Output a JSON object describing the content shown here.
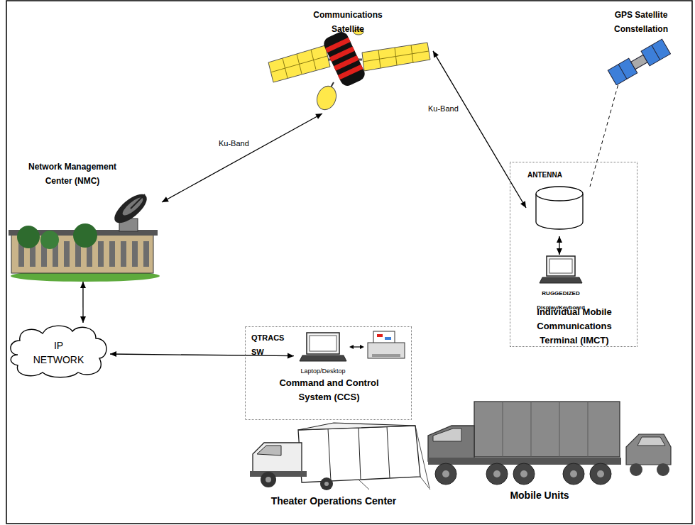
{
  "diagram": {
    "nodes": [
      {
        "text": [
          "Communications Satellite"
        ]
      },
      {
        "text": [
          "GPS Satellite Constellation"
        ]
      },
      {
        "text": [
          "Network Management Center (NMC)"
        ]
      },
      {
        "text": [
          "Individual Mobile Communications Terminal (IMCT)"
        ]
      },
      {
        "text": [
          "ANTENNA"
        ],
        "in": 3
      },
      {
        "text": [
          "RUGGEDIZED Display/Keyboard"
        ],
        "in": 3
      },
      {
        "text": [
          "IP NETWORK"
        ]
      },
      {
        "text": [
          "QTRACS SW",
          "Command and Control System (CCS)"
        ]
      },
      {
        "text": [
          "Laptop/Desktop"
        ],
        "in": 7
      }
    ],
    "edges": [
      {
        "from": 0,
        "to": 2,
        "arrow": "both",
        "label": "Ku-Band"
      },
      {
        "from": 0,
        "to": 4,
        "arrow": "both",
        "label": "Ku-Band"
      },
      {
        "from": 1,
        "to": 4,
        "arrow": "none"
      },
      {
        "from": 4,
        "to": 5,
        "arrow": "both"
      },
      {
        "from": 2,
        "to": 6,
        "arrow": "both"
      },
      {
        "from": 6,
        "to": 8,
        "arrow": "both"
      }
    ],
    "labels": [
      "Theater Operations Center",
      "Mobile Units"
    ]
  }
}
